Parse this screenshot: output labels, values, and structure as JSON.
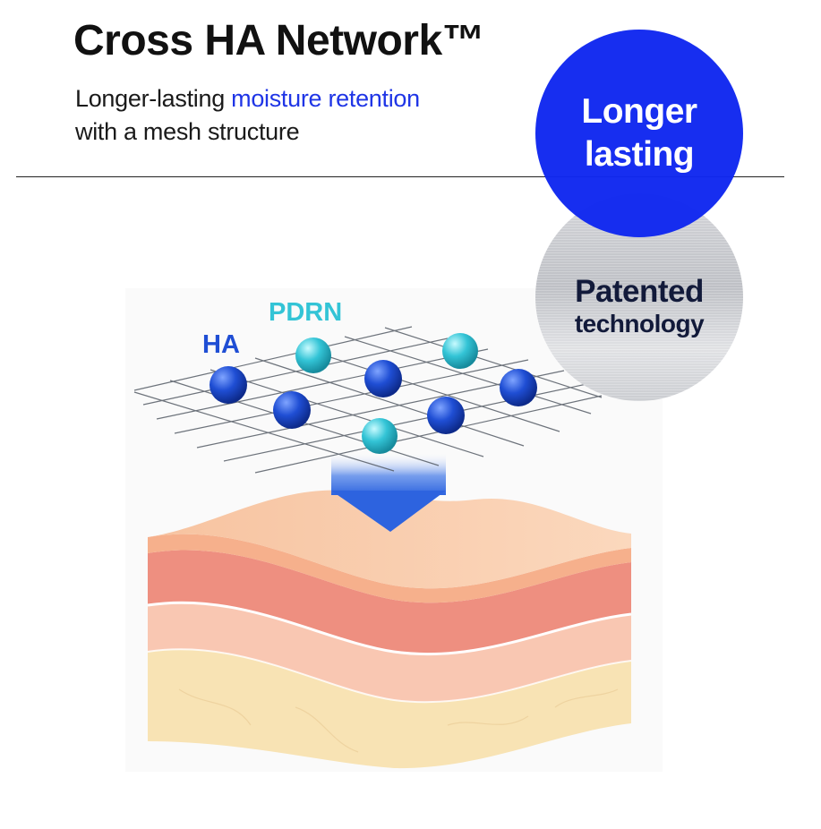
{
  "header": {
    "title": "Cross HA Network™",
    "subtitle_part1": "Longer-lasting ",
    "subtitle_accent": "moisture retention",
    "subtitle_line2": "with a mesh structure"
  },
  "badges": {
    "longer_line1": "Longer",
    "longer_line2": "lasting",
    "patented_line1": "Patented",
    "patented_line2": "technology"
  },
  "illustration": {
    "label_ha": "HA",
    "label_pdrn": "PDRN"
  },
  "colors": {
    "accent_blue": "#1f35e6",
    "badge_blue": "#0f27f0",
    "ha_molecule": "#1f4ed4",
    "pdrn_molecule": "#33c4d6"
  }
}
